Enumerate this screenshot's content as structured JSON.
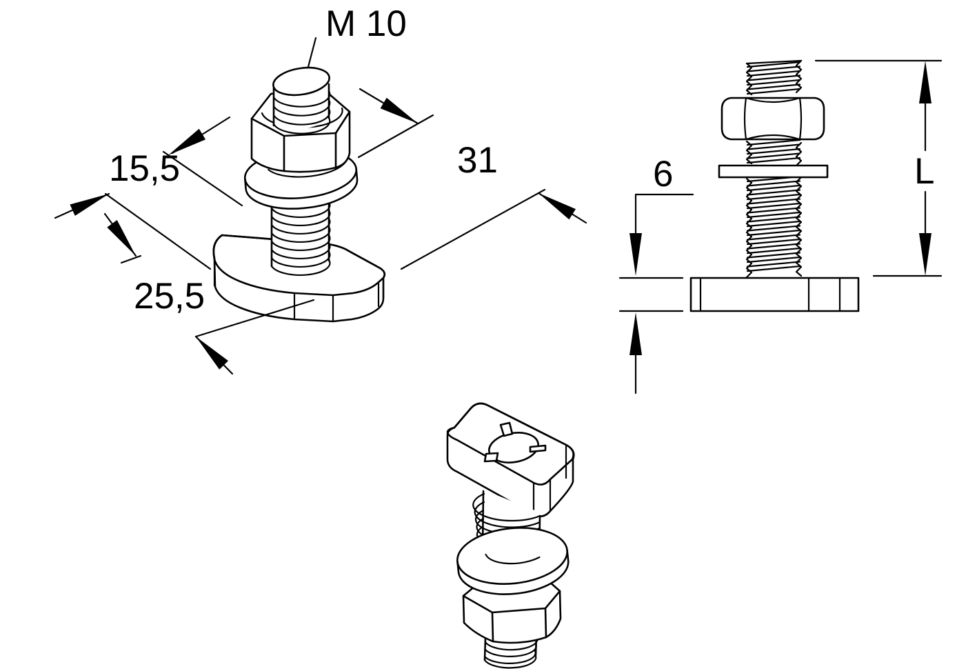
{
  "page": {
    "background_color": "#ffffff",
    "line_color": "#000000",
    "type": "technical-drawing"
  },
  "labels": {
    "thread_size": "M 10",
    "head_width": "15,5",
    "diagonal_length": "31",
    "head_length": "25,5",
    "head_thickness": "6",
    "bolt_length": "L"
  }
}
